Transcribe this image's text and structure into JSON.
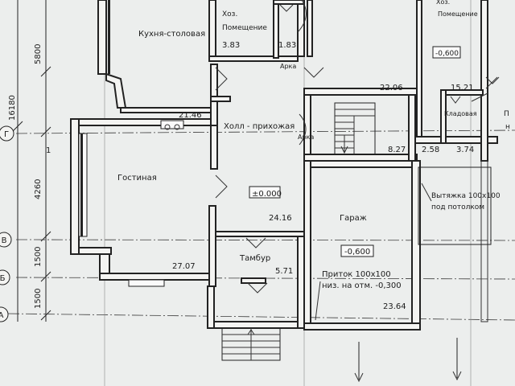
{
  "rooms": {
    "kitchen": "Кухня-столовая",
    "storage_left": "Хоз.\nПомещение",
    "storage_right": "Хоз.\nПомещение",
    "hall": "Холл - прихожая",
    "closet": "Кладовая",
    "living": "Гостиная",
    "garage": "Гараж",
    "vestibule": "Тамбур"
  },
  "areas": {
    "storage_left": "3.83",
    "kitchen_small": "1.83",
    "hall_top": "22.06",
    "right_top": "15.21",
    "living_top": "21.46",
    "stair": "8.27",
    "corridor": "2.58",
    "closet": "3.74",
    "hall": "24.16",
    "living": "27.07",
    "vestibule": "5.71",
    "garage": "23.64"
  },
  "labels": {
    "arch1": "Арка",
    "arch2": "Арка",
    "level_zero": "±0.000",
    "level_garage": "-0,600",
    "level_right": "-0,600",
    "vent_exhaust_1": "Вытяжка 100x100",
    "vent_exhaust_2": "под потолком",
    "vent_supply_1": "Приток 100x100",
    "vent_supply_2": "низ. на отм. -0,300",
    "right_edge_1": "П",
    "right_edge_2": "н"
  },
  "dimensions": {
    "d5800": "5800",
    "d16180": "16180",
    "d4260": "4260",
    "d1500a": "1500",
    "d1500b": "1500",
    "mark1": "1"
  },
  "axes": {
    "g": "Г",
    "v": "В",
    "b": "Б",
    "a": "А"
  }
}
